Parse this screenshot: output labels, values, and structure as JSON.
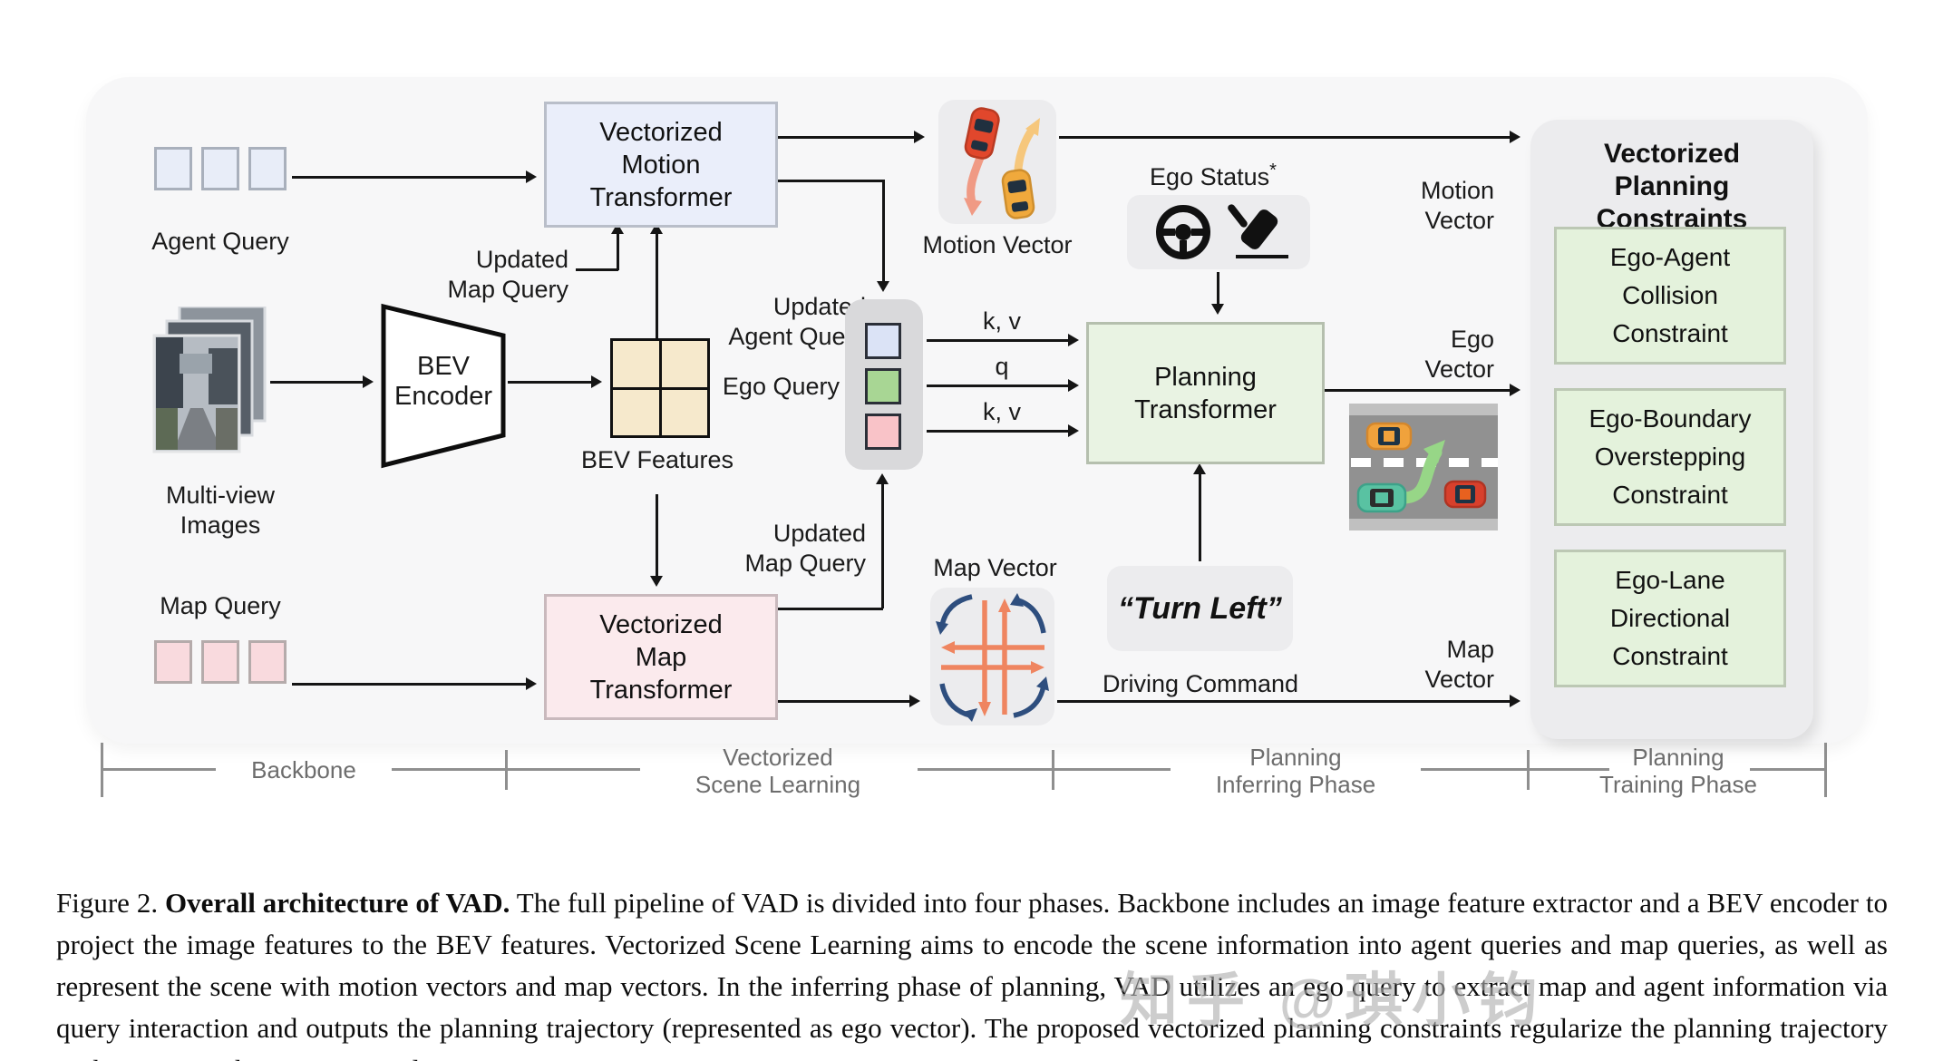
{
  "figure": {
    "agent_query_label": "Agent Query",
    "map_query_label": "Map Query",
    "multi_view": {
      "line1": "Multi-view",
      "line2": "Images"
    },
    "bev_encoder": {
      "line1": "BEV",
      "line2": "Encoder"
    },
    "bev_features_label": "BEV Features",
    "motion_transformer": {
      "line1": "Vectorized",
      "line2": "Motion",
      "line3": "Transformer"
    },
    "map_transformer": {
      "line1": "Vectorized",
      "line2": "Map",
      "line3": "Transformer"
    },
    "updated_map_query_top": {
      "line1": "Updated",
      "line2": "Map Query"
    },
    "updated_agent_query": {
      "line1": "Updated",
      "line2": "Agent Query"
    },
    "updated_map_query_bottom": {
      "line1": "Updated",
      "line2": "Map Query"
    },
    "ego_query_label": "Ego Query",
    "attention_labels": {
      "top": "k, v",
      "mid": "q",
      "bottom": "k, v"
    },
    "motion_vector_icon_label": "Motion Vector",
    "map_vector_icon_label": "Map Vector",
    "ego_status": {
      "label": "Ego Status",
      "note": "*"
    },
    "planning_transformer": {
      "line1": "Planning",
      "line2": "Transformer"
    },
    "driving_command": {
      "text": "“Turn Left”",
      "label": "Driving Command"
    },
    "flow": {
      "motion": {
        "line1": "Motion",
        "line2": "Vector"
      },
      "ego": {
        "line1": "Ego",
        "line2": "Vector"
      },
      "map": {
        "line1": "Map",
        "line2": "Vector"
      }
    },
    "constraints": {
      "title1": "Vectorized",
      "title2": "Planning Constraints",
      "boxes": [
        {
          "line1": "Ego-Agent",
          "line2": "Collision",
          "line3": "Constraint"
        },
        {
          "line1": "Ego-Boundary",
          "line2": "Overstepping",
          "line3": "Constraint"
        },
        {
          "line1": "Ego-Lane",
          "line2": "Directional",
          "line3": "Constraint"
        }
      ]
    }
  },
  "phases": [
    {
      "line1": "Backbone",
      "line2": ""
    },
    {
      "line1": "Vectorized",
      "line2": "Scene Learning"
    },
    {
      "line1": "Planning",
      "line2": "Inferring Phase"
    },
    {
      "line1": "Planning",
      "line2": "Training Phase"
    }
  ],
  "caption": {
    "figure_label": "Figure 2.",
    "title": "Overall architecture of VAD.",
    "body": "The full pipeline of VAD is divided into four phases. Backbone includes an image feature extractor and a BEV encoder to project the image features to the BEV features. Vectorized Scene Learning aims to encode the scene information into agent queries and map queries, as well as represent the scene with motion vectors and map vectors. In the inferring phase of planning, VAD utilizes an ego query to extract map and agent information via query interaction and outputs the planning trajectory (represented as ego vector). The proposed vectorized planning constraints regularize the planning trajectory in the training phase. *: optional."
  },
  "watermark": "知乎 @琪小钧",
  "colors": {
    "panel": "#f7f7f8",
    "motion_transformer_fill": "#eaeefa",
    "map_transformer_fill": "#fbeaed",
    "planning_fill": "#e9f3e3",
    "constraint_fill": "#e4f2dc",
    "bev_features_fill": "#f6e9cc",
    "agent_query_fill": "#e8edf8",
    "map_query_fill": "#f9dade",
    "ego_square_blue": "#dbe3f6",
    "ego_square_green": "#a8d694",
    "ego_square_pink": "#f9c3c8",
    "icon_bg": "#ececee",
    "arrow": "#151515",
    "orange_path": "#ef8560",
    "blue_path": "#2e4e7e",
    "green_arrow": "#97d687"
  }
}
